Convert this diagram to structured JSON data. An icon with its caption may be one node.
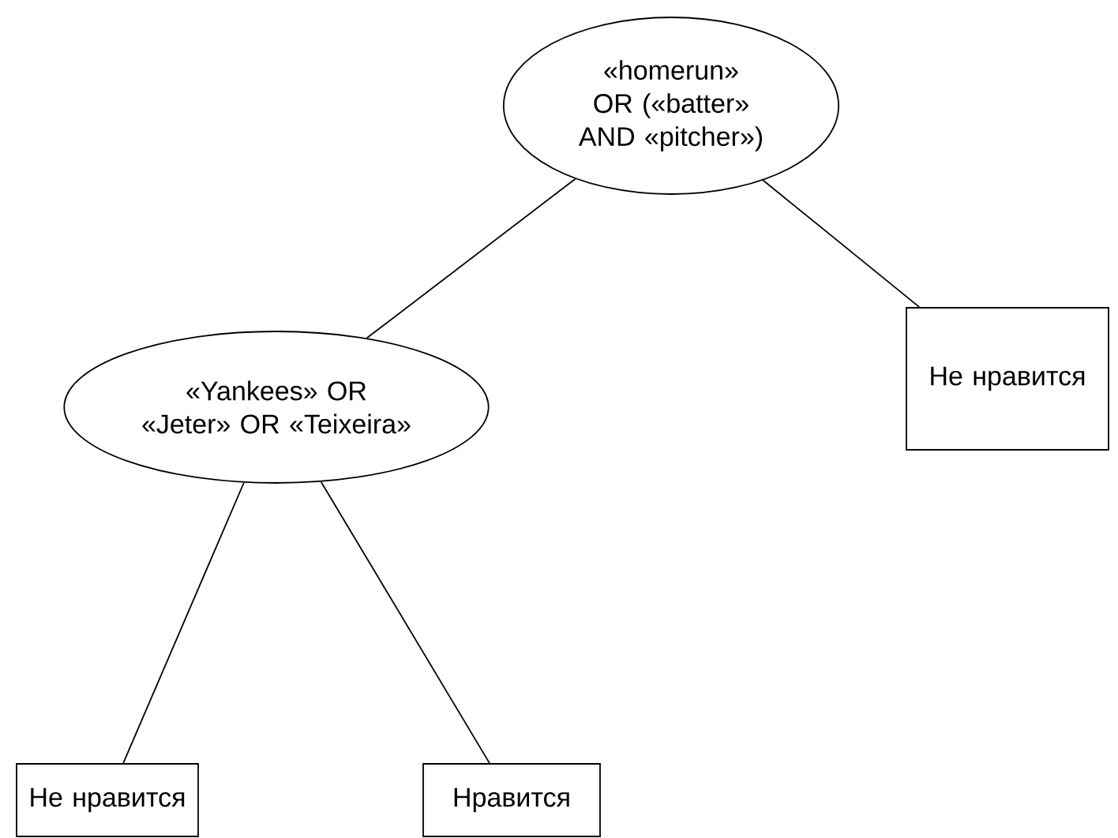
{
  "diagram": {
    "nodes": [
      {
        "text": [
          "«homerun» OR («batter» AND «pitcher»)"
        ]
      },
      {
        "text": [
          "«Yankees» OR «Jeter» OR «Teixeira»"
        ]
      },
      {
        "text": [
          "Не нравится"
        ]
      },
      {
        "text": [
          "Не нравится"
        ]
      },
      {
        "text": [
          "Нравится"
        ]
      }
    ],
    "edges": [
      {
        "from": 0,
        "to": 1,
        "arrow": "none"
      },
      {
        "from": 0,
        "to": 2,
        "arrow": "none"
      },
      {
        "from": 1,
        "to": 3,
        "arrow": "none"
      },
      {
        "from": 1,
        "to": 4,
        "arrow": "none"
      }
    ]
  }
}
